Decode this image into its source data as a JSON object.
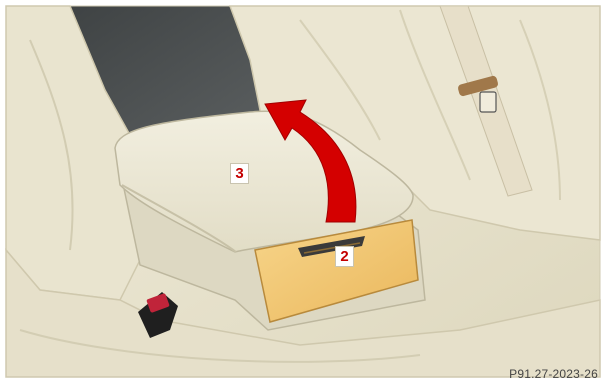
{
  "figure": {
    "callouts": {
      "armrest_lid": "3",
      "storage_handle": "2"
    },
    "figure_code": "P91.27-2023-26"
  },
  "colors": {
    "upholstery": "#ece8d6",
    "upholstery_shadow": "#cfc9b0",
    "dark_opening": "#4a4e4f",
    "arrow": "#d40000",
    "storage_front": "#f3c872",
    "seatbelt_buckle": "#c0243a",
    "belt_clip": "#a0784a",
    "callout_text": "#c40000"
  },
  "icons": {
    "arrow": "curved-up-arrow-icon",
    "buckle": "seatbelt-buckle-icon",
    "belt": "seatbelt-strap-icon"
  }
}
